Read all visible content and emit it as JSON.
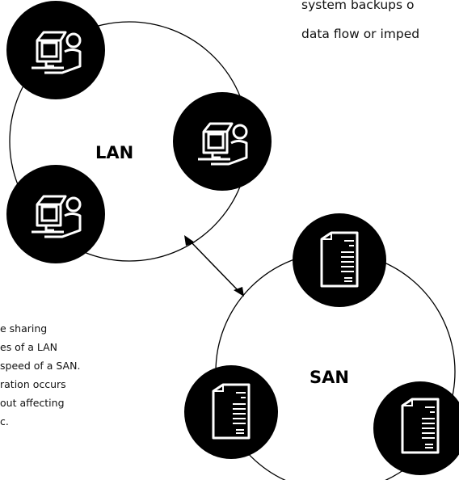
{
  "top_text": {
    "line1": "system backups o",
    "line2": "data flow or imped"
  },
  "side_text": {
    "lines": [
      "e sharing",
      "es of a LAN",
      "speed of a SAN.",
      "ration occurs",
      "out affecting",
      "c."
    ]
  },
  "lan": {
    "label": "LAN"
  },
  "san": {
    "label": "SAN"
  }
}
